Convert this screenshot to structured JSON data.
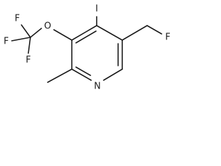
{
  "molecule": {
    "atoms": {
      "iodine": "I",
      "fluorine_methyl": "F",
      "oxygen": "O",
      "fluorine_1": "F",
      "fluorine_2": "F",
      "fluorine_3": "F",
      "nitrogen": "N"
    }
  }
}
